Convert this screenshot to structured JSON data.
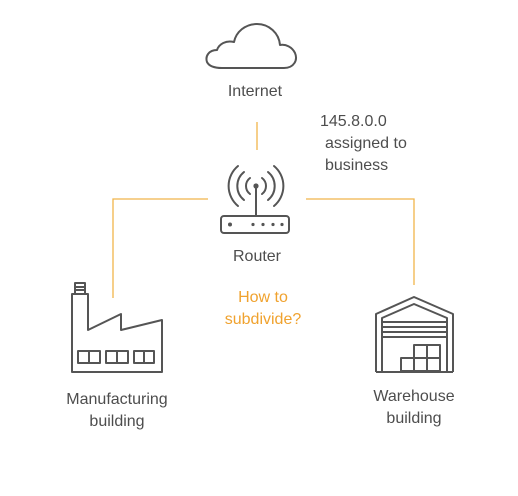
{
  "nodes": {
    "internet": {
      "label": "Internet",
      "icon": "cloud-icon"
    },
    "router": {
      "label": "Router",
      "icon": "router-icon"
    },
    "manufacturing": {
      "label_line1": "Manufacturing",
      "label_line2": "building",
      "icon": "factory-icon"
    },
    "warehouse": {
      "label_line1": "Warehouse",
      "label_line2": "building",
      "icon": "warehouse-icon"
    }
  },
  "annotations": {
    "address_line1": "145.8.0.0",
    "address_line2": "assigned to",
    "address_line3": "business",
    "question_line1": "How to",
    "question_line2": "subdivide?"
  },
  "colors": {
    "connector": "#f0b54a",
    "icon_stroke": "#555555",
    "question_text": "#f0a22e"
  }
}
